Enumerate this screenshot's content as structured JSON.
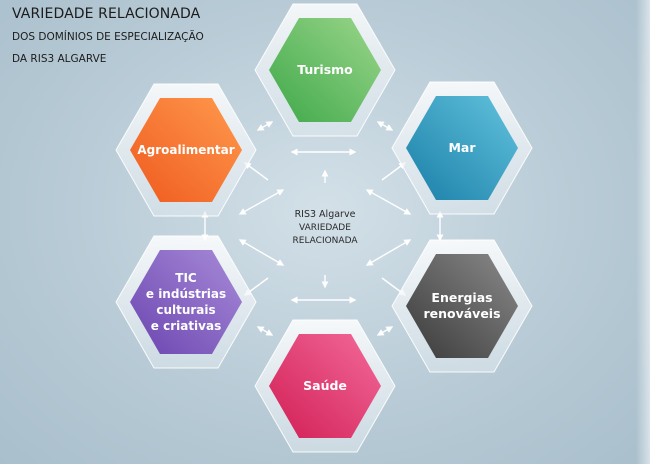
{
  "header": {
    "title": "VARIEDADE RELACIONADA",
    "line2": "DOS DOMÍNIOS DE ESPECIALIZAÇÃO",
    "line3": "DA RIS3 ALGARVE"
  },
  "center": {
    "line1": "RIS3 Algarve",
    "line2": "VARIEDADE",
    "line3": "RELACIONADA"
  },
  "domains": [
    {
      "id": "turismo",
      "lines": [
        "Turismo"
      ],
      "colors": [
        "#9bd68a",
        "#3ea84a"
      ]
    },
    {
      "id": "mar",
      "lines": [
        "Mar"
      ],
      "colors": [
        "#62c3dd",
        "#1a7fa8"
      ]
    },
    {
      "id": "energias",
      "lines": [
        "Energias",
        "renováveis"
      ],
      "colors": [
        "#8a8a8a",
        "#3a3a3a"
      ]
    },
    {
      "id": "saude",
      "lines": [
        "Saúde"
      ],
      "colors": [
        "#f36a9a",
        "#d11e55"
      ]
    },
    {
      "id": "tic",
      "lines": [
        "TIC",
        "e indústrias",
        "culturais",
        "e criativas"
      ],
      "colors": [
        "#a78bd8",
        "#6b45b0"
      ]
    },
    {
      "id": "agroalimentar",
      "lines": [
        "Agroalimentar"
      ],
      "colors": [
        "#ff9a4d",
        "#ef5a1e"
      ]
    }
  ]
}
